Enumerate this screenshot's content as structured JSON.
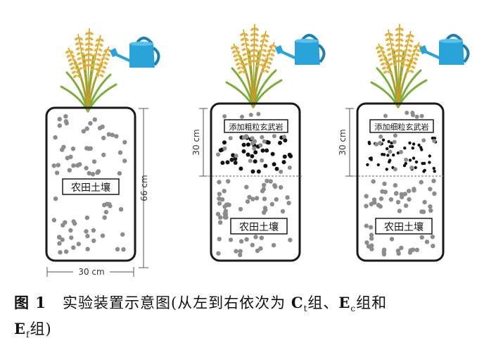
{
  "containers": [
    {
      "id": "ct",
      "soil_label": "农田土壤",
      "height_label": "66 cm",
      "width_label": "30 cm"
    },
    {
      "id": "ec",
      "top_label": "添加粗粒玄武岩",
      "soil_label": "农田土壤",
      "height_label": "30 cm"
    },
    {
      "id": "ef",
      "top_label": "添加细粒玄武岩",
      "soil_label": "农田土壤",
      "height_label": "30 cm"
    }
  ],
  "colors": {
    "soil_dot": "#8c8c8c",
    "basalt_dot": "#111111",
    "outline": "#1a1a1a",
    "can": "#2aa3d8",
    "wheat": "#e3b23a",
    "leaf": "#7cae3a"
  },
  "caption": {
    "fig": "图 1",
    "text_a": "实验装置示意图(从左到右依次为 ",
    "g1": "C",
    "g1_sub": "t",
    "g1_tail": "组、",
    "g2": "E",
    "g2_sub": "c",
    "g2_tail": "组和",
    "g3": "E",
    "g3_sub": "f",
    "g3_tail": "组)"
  }
}
